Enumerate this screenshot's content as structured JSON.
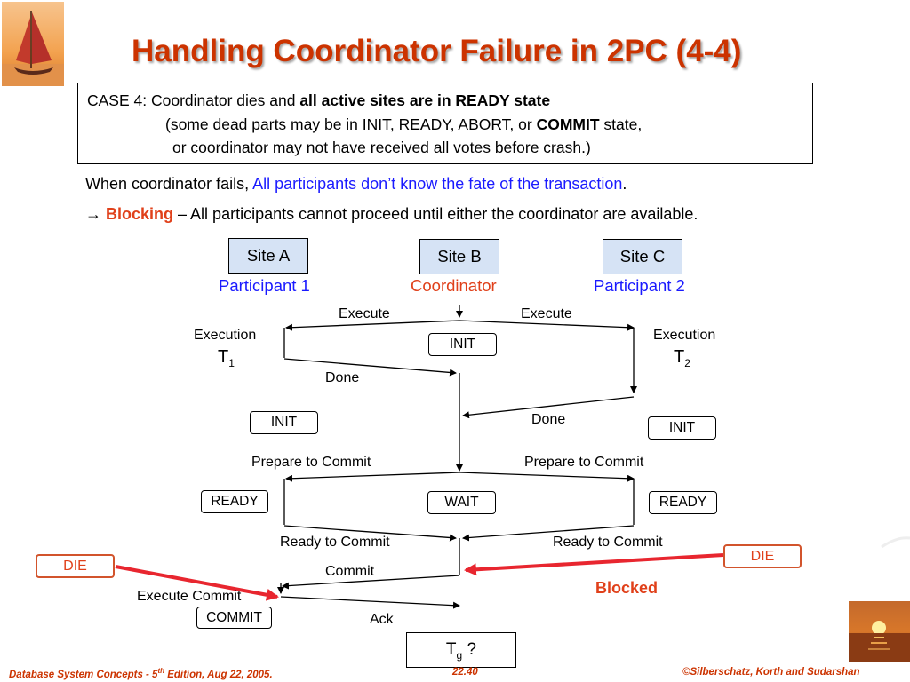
{
  "slide": {
    "title": "Handling Coordinator Failure in 2PC (4-4)",
    "case_box": {
      "line1_prefix": "CASE 4: Coordinator dies and ",
      "line1_bold": "all active sites are in READY state",
      "line2_open": "(",
      "line2_underlined": "some dead parts may be in INIT, READY, ABORT, or ",
      "line2_bold": "COMMIT",
      "line2_tail_underlined": " state",
      "line2_comma": ",",
      "line3": "or coordinator may not have received all votes before crash.)"
    },
    "when_line": {
      "prefix": "When coordinator fails, ",
      "blue": "All participants don’t know the fate of the transaction",
      "suffix": "."
    },
    "blocking_line": {
      "arrow": "→",
      "red": "Blocking",
      "rest": " – All participants cannot proceed until either the coordinator are available."
    },
    "sites": {
      "a": {
        "name": "Site A",
        "role": "Participant 1",
        "role_color": "#1a1aff"
      },
      "b": {
        "name": "Site B",
        "role": "Coordinator",
        "role_color": "#e0401a"
      },
      "c": {
        "name": "Site C",
        "role": "Participant 2",
        "role_color": "#1a1aff"
      }
    },
    "messages": {
      "execute_left": "Execute",
      "execute_right": "Execute",
      "execution_left": "Execution",
      "execution_right": "Execution",
      "t_left": "T",
      "t_left_sub": "1",
      "t_right": "T",
      "t_right_sub": "2",
      "done_left": "Done",
      "done_right": "Done",
      "prepare_left": "Prepare to  Commit",
      "prepare_right": "Prepare to Commit",
      "ready_left": "Ready to Commit",
      "ready_right": "Ready to Commit",
      "commit": "Commit",
      "execute_commit": "Execute Commit",
      "ack": "Ack",
      "blocked": "Blocked"
    },
    "states": {
      "b_init": "INIT",
      "a_init": "INIT",
      "c_init": "INIT",
      "a_ready": "READY",
      "b_wait": "WAIT",
      "c_ready": "READY",
      "a_commit": "COMMIT"
    },
    "die": {
      "left": "DIE",
      "right": "DIE"
    },
    "tg": {
      "t": "T",
      "sub": "g",
      "q": " ?"
    },
    "footer": {
      "left_pre": "Database System Concepts - 5",
      "left_sup": "th",
      "left_post": " Edition, Aug 22,  2005.",
      "center": "22.40",
      "right": "©Silberschatz, Korth and Sudarshan"
    },
    "colors": {
      "title": "#cc3300",
      "blue": "#1a1aff",
      "red": "#e0401a",
      "die_line": "#e8262f",
      "site_fill": "#d6e3f5"
    }
  }
}
